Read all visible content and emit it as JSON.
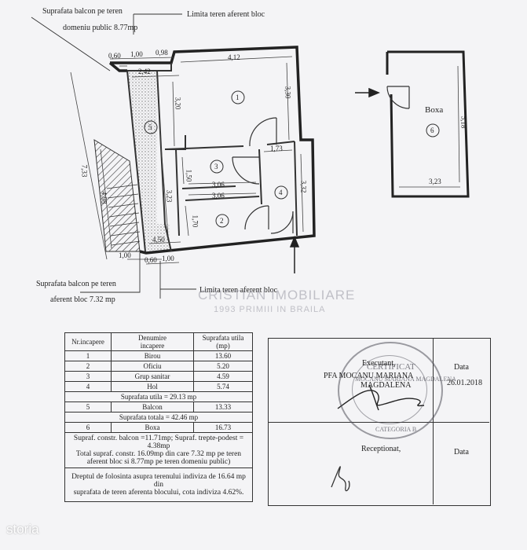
{
  "plan": {
    "note_top_left_line1": "Suprafata balcon pe teren",
    "note_top_left_line2": "domeniu public 8.77mp",
    "note_top_right": "Limita teren aferent bloc",
    "note_bottom_left_line1": "Suprafata balcon pe teren",
    "note_bottom_left_line2": "aferent bloc 7.32 mp",
    "note_bottom_right": "Limita teren aferent bloc",
    "dims": {
      "d060_top": "0,60",
      "d100_top": "1,00",
      "d098": "0,98",
      "d412": "4,12",
      "d242": "2,42",
      "d330": "3,30",
      "d320": "3,20",
      "d733": "7,33",
      "d498": "4,98",
      "d173": "1,73",
      "d150": "1,50",
      "d306a": "3,06",
      "d306b": "3,06",
      "d332": "3,32",
      "d170": "1,70",
      "d323": "3,23",
      "d450": "4,50",
      "d100_bl": "1,00",
      "d060_bot": "0,60",
      "d100_bot": "1,00"
    },
    "rooms": {
      "r1": "1",
      "r2": "2",
      "r3": "3",
      "r4": "4",
      "r5": "5"
    },
    "boxa": {
      "title": "Boxa",
      "num": "6",
      "w": "3,23",
      "h": "5,18"
    }
  },
  "watermark": {
    "name": "CRISTIAN IMOBILIARE",
    "sub": "1993 PRIMIII IN BRAILA"
  },
  "table": {
    "h_nr": "Nr.incapere",
    "h_den1": "Denumire",
    "h_den2": "incapere",
    "h_sup1": "Suprafata utila",
    "h_sup2": "(mp)",
    "rows": [
      {
        "nr": "1",
        "den": "Birou",
        "sup": "13.60"
      },
      {
        "nr": "2",
        "den": "Oficiu",
        "sup": "5.20"
      },
      {
        "nr": "3",
        "den": "Grup sanitar",
        "sup": "4.59"
      },
      {
        "nr": "4",
        "den": "Hol",
        "sup": "5.74"
      }
    ],
    "utila": "Suprafata utila = 29.13 mp",
    "balcon": {
      "nr": "5",
      "den": "Balcon",
      "sup": "13.33"
    },
    "totala": "Suprafata totala = 42.46 mp",
    "boxa": {
      "nr": "6",
      "den": "Boxa",
      "sup": "16.73"
    },
    "note1": "Supraf. constr. balcon =11.71mp; Supraf. trepte-podest = 4.38mp",
    "note2": "Total supraf. constr. 16.09mp din care 7.32 mp pe teren",
    "note3": "aferent bloc si 8.77mp pe teren domeniu public)",
    "note4": "Dreptul de folosinta asupra terenului indiviza de 16.64 mp din",
    "note5": "suprafata de teren  aferenta blocului, cota indiviza 4.62%."
  },
  "sign": {
    "executant": "Executant,",
    "pfa": "PFA  MOCANU MARIANA",
    "mag": "MAGDALENA",
    "data_label": "Data",
    "data_value": "26.01.2018",
    "receptionat": "Receptionat,",
    "data2": "Data",
    "stamp_text": "CERTIFICAT",
    "stamp_name": "MOCANU MARIANA MAGDALENA",
    "stamp_cat": "CATEGORIA B"
  },
  "brand": "storia"
}
